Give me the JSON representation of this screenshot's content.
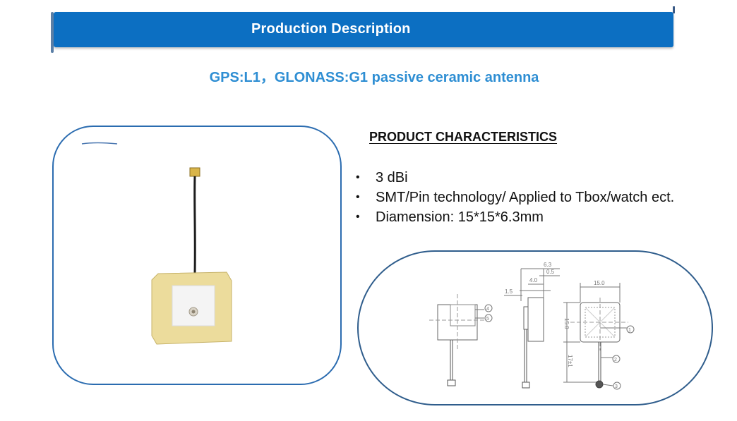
{
  "header": {
    "title": "Production Description"
  },
  "subtitle": "GPS:L1，GLONASS:G1 passive ceramic antenna",
  "characteristics": {
    "heading": "PRODUCT CHARACTERISTICS",
    "items": [
      "3 dBi",
      "SMT/Pin technology/ Applied to Tbox/watch ect.",
      "Diamension: 15*15*6.3mm"
    ]
  },
  "drawing": {
    "dim_total_thickness": "6.3",
    "dim_patch_thickness": "0.5",
    "dim_body_thickness": "4.0",
    "dim_pin": "1.5",
    "dim_width": "15.0",
    "dim_height": "15.0",
    "dim_cable_length": "17±1",
    "callouts": [
      "1",
      "2",
      "3",
      "4",
      "5"
    ]
  },
  "colors": {
    "header_bg": "#0c6fc2",
    "subtitle": "#2e8ed3",
    "frame_border": "#2b6cb0",
    "ceramic_yellow": "#ecdc9c",
    "patch_silver": "#f4f4f4"
  }
}
